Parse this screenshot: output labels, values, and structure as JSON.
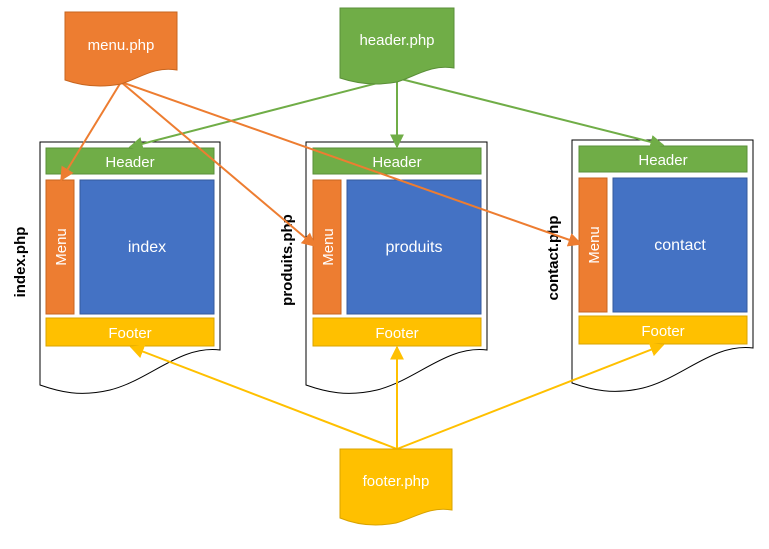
{
  "sources": {
    "menu": {
      "label": "menu.php",
      "color": "#ED7D31"
    },
    "header": {
      "label": "header.php",
      "color": "#70AD47"
    },
    "footer": {
      "label": "footer.php",
      "color": "#FFC000"
    }
  },
  "pages": [
    {
      "file": "index.php",
      "header": "Header",
      "menu": "Menu",
      "content": "index",
      "footer": "Footer"
    },
    {
      "file": "produits.php",
      "header": "Header",
      "menu": "Menu",
      "content": "produits",
      "footer": "Footer"
    },
    {
      "file": "contact.php",
      "header": "Header",
      "menu": "Menu",
      "content": "contact",
      "footer": "Footer"
    }
  ],
  "colors": {
    "header": "#70AD47",
    "menu": "#ED7D31",
    "content": "#4472C4",
    "footer": "#FFC000",
    "menu_arrow": "#ED7D31",
    "header_arrow": "#70AD47",
    "footer_arrow": "#FFC000"
  }
}
